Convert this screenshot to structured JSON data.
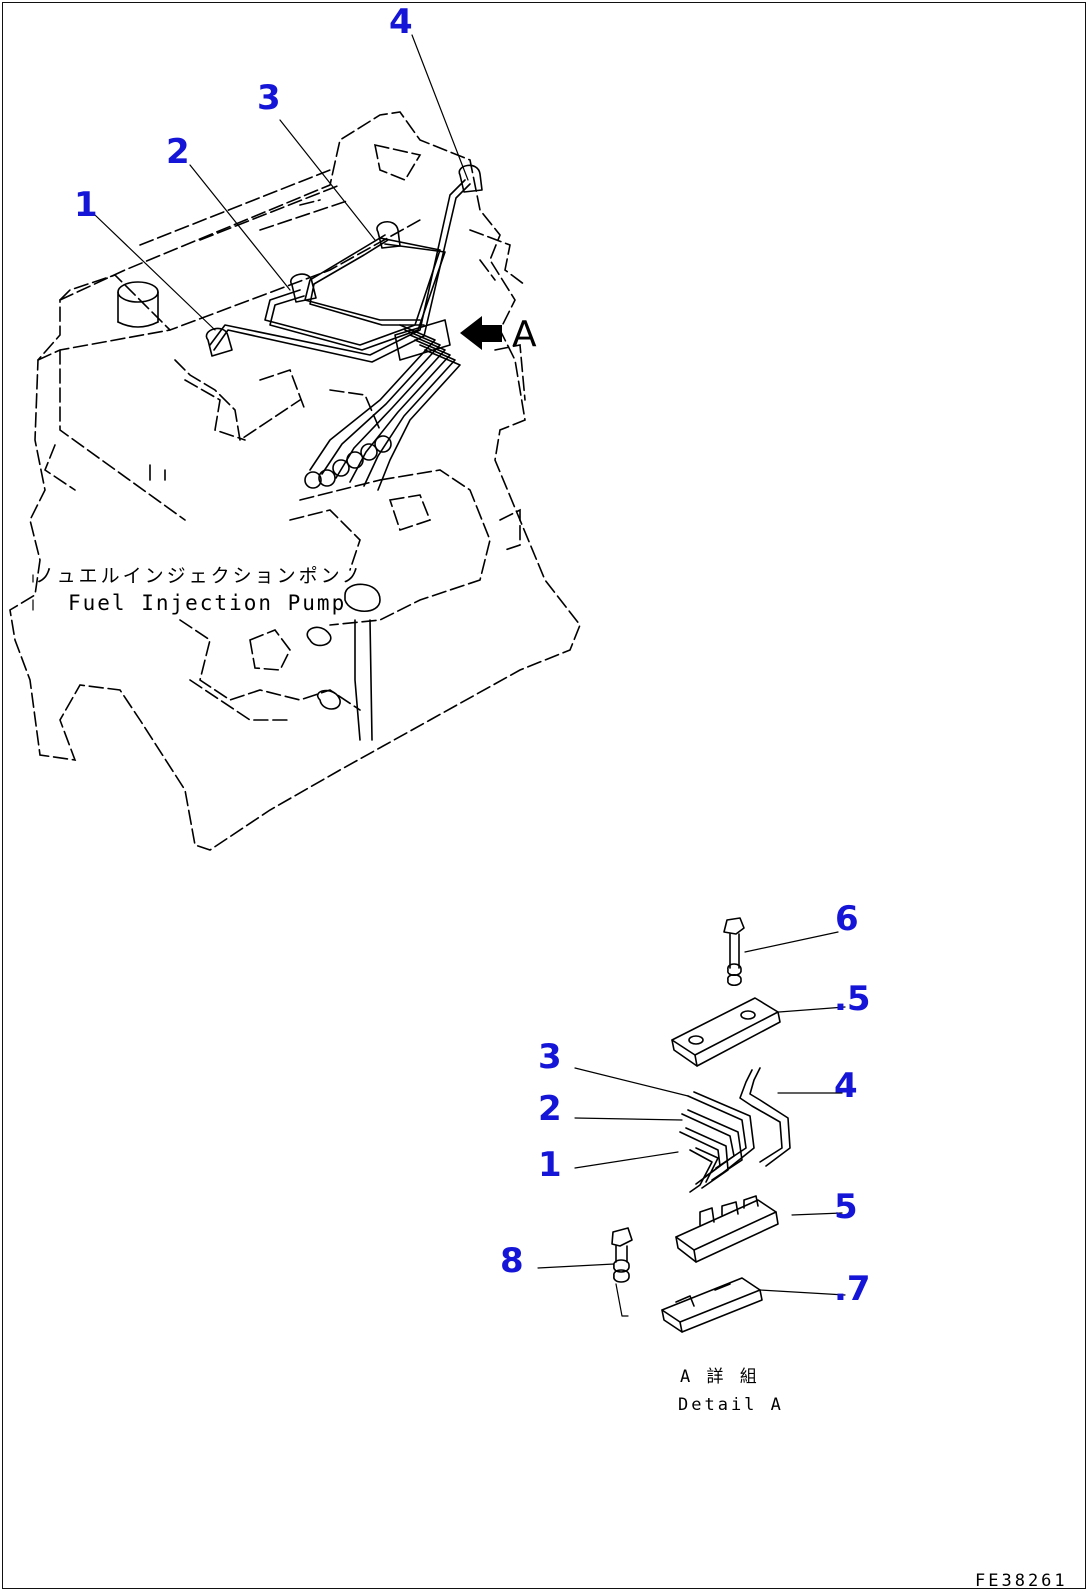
{
  "callouts_upper": [
    "1",
    "2",
    "3",
    "4"
  ],
  "callouts_lower": [
    "6",
    ".5",
    "3",
    "4",
    "2",
    "1",
    "5",
    "8",
    ".7"
  ],
  "labels": {
    "arrow": "A",
    "pump_jp": "ノュエルインジェクションポンノ",
    "pump_en": "Fuel Injection Pump",
    "detail_jp": "A 詳 組",
    "detail_en": "Detail A",
    "drawing_no": "FE38261"
  },
  "colors": {
    "callout": "#1515d8",
    "line": "#000000"
  }
}
